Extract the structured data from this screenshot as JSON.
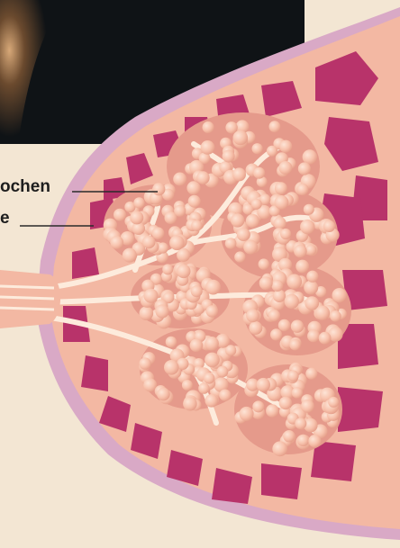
{
  "labels": [
    {
      "text": "ochen"
    },
    {
      "text": "e"
    }
  ],
  "colors": {
    "background": "#f3e6d3",
    "photo_dark": "#0f1316",
    "photo_skin": "#c99a6a",
    "breast_outline": "#d9a9c6",
    "fat_tissue": "#f3b8a3",
    "lobe_fill": "#e59a8b",
    "fat_lobule": "#b8336a",
    "alveoli": "#f8c8b3",
    "duct": "#fdebdc",
    "label_line": "#2a2a2a"
  },
  "icons": [
    "photo-thumbnail",
    "breast-anatomy-illustration"
  ]
}
